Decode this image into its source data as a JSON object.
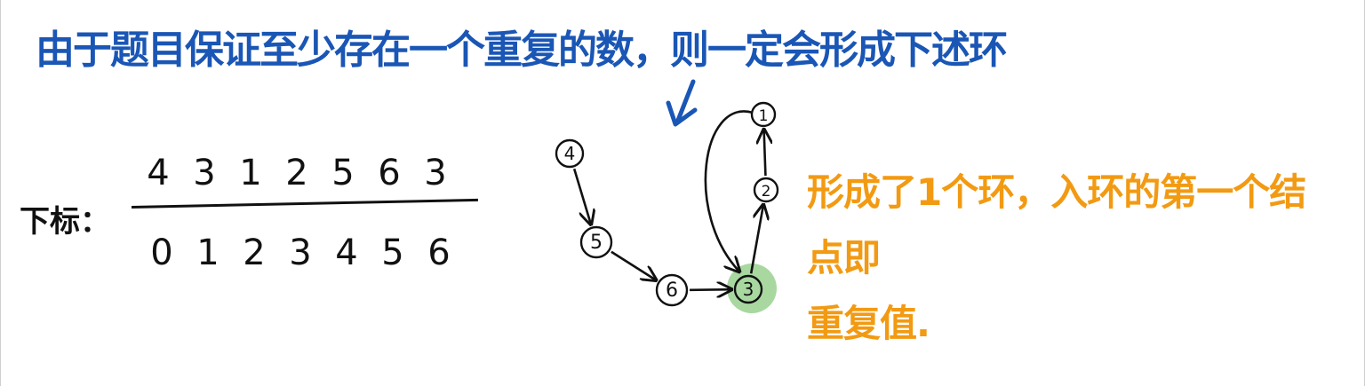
{
  "title": "由于题目保证至少存在一个重复的数，则一定会形成下述环",
  "array": {
    "index_label": "下标：",
    "values": [
      "4",
      "3",
      "1",
      "2",
      "5",
      "6",
      "3"
    ],
    "indices": [
      "0",
      "1",
      "2",
      "3",
      "4",
      "5",
      "6"
    ]
  },
  "graph": {
    "nodes": [
      {
        "id": "n4",
        "label": "4"
      },
      {
        "id": "n5",
        "label": "5"
      },
      {
        "id": "n6",
        "label": "6"
      },
      {
        "id": "n3",
        "label": "3",
        "highlight": true
      },
      {
        "id": "n2",
        "label": "2"
      },
      {
        "id": "n1",
        "label": "1"
      }
    ],
    "edges": [
      {
        "from": "n4",
        "to": "n5"
      },
      {
        "from": "n5",
        "to": "n6"
      },
      {
        "from": "n6",
        "to": "n3"
      },
      {
        "from": "n3",
        "to": "n2"
      },
      {
        "from": "n2",
        "to": "n1"
      },
      {
        "from": "n1",
        "to": "n3"
      }
    ],
    "highlight_color": "#a8d8a0"
  },
  "note": {
    "line1": "形成了1个环，入环的第一个结点即",
    "line2": "重复值."
  },
  "colors": {
    "title": "#1a56b5",
    "note": "#f29a12",
    "ink": "#111111"
  }
}
